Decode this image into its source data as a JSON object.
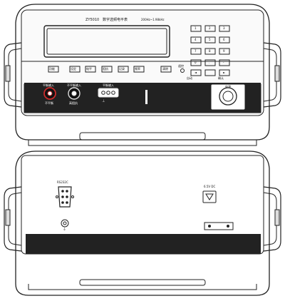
{
  "front_panel": {
    "title_model": "ZY5010",
    "title_name": "数字选频电平表",
    "title_range": "200Hz~1.98kHz",
    "function_buttons": [
      "功能",
      "设定",
      "电平",
      "阻抗",
      "记录",
      "频率"
    ],
    "clear_button": "清除",
    "remote_label": "遥控",
    "keypad": [
      "1",
      "2",
      "3",
      "4",
      "5",
      "6",
      "7",
      "8",
      "9",
      "0",
      ".",
      "-"
    ],
    "key_auto": "自动",
    "key_confirm": "确认",
    "key_left": "◄",
    "key_right": "►",
    "input_label_1": "平衡输入",
    "input_label_1_sub": "不平衡",
    "input_label_2": "不平衡输入",
    "input_label_2_sub": "高阻抗",
    "input_label_3": "平衡输入",
    "ground_symbol": "⊥",
    "power_label": "电源"
  },
  "rear_panel": {
    "rs232_label": "RS232C",
    "dc_label": "6.5V DC",
    "ground_symbol": "⏚"
  }
}
